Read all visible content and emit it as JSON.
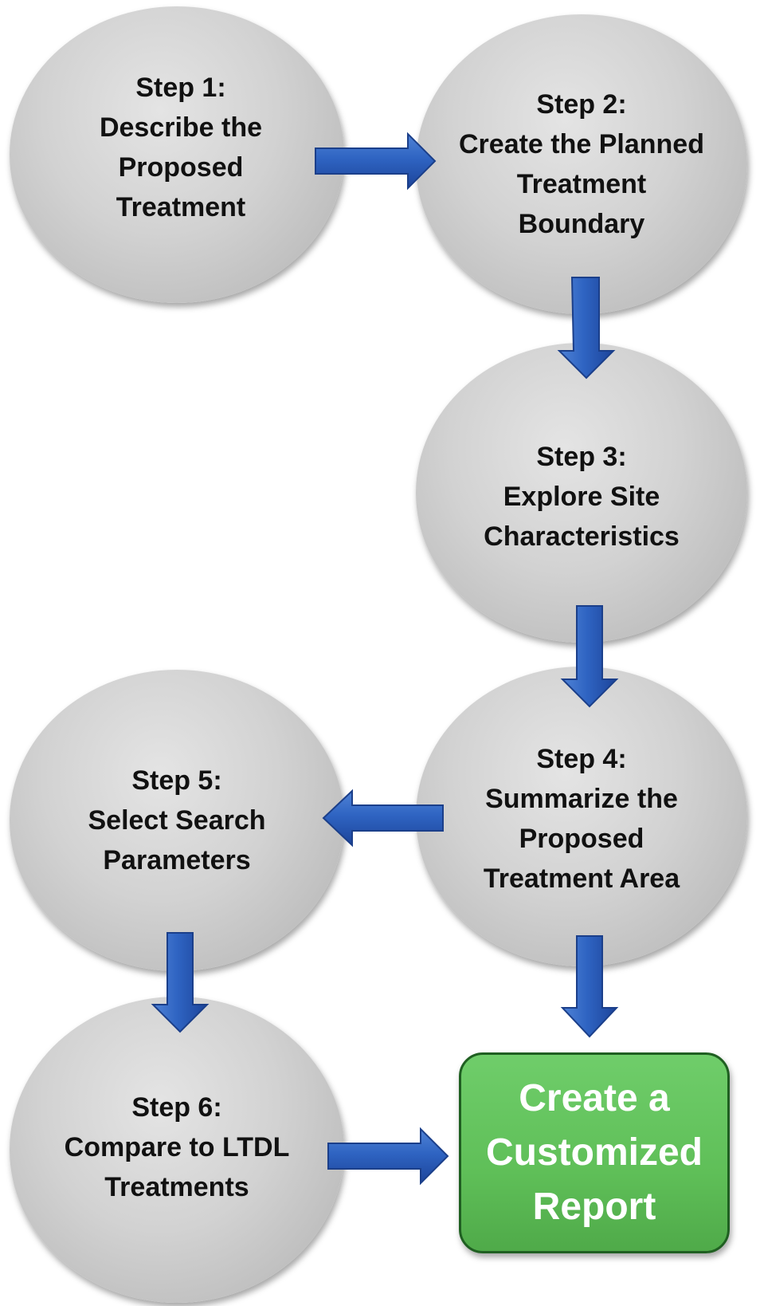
{
  "steps": [
    {
      "id": "step1",
      "lines": [
        "Step 1:",
        "Describe the",
        "Proposed",
        "Treatment"
      ]
    },
    {
      "id": "step2",
      "lines": [
        "Step 2:",
        "Create the Planned",
        "Treatment",
        "Boundary"
      ]
    },
    {
      "id": "step3",
      "lines": [
        "Step 3:",
        "Explore Site",
        "Characteristics"
      ]
    },
    {
      "id": "step4",
      "lines": [
        "Step 4:",
        "Summarize the",
        "Proposed",
        "Treatment Area"
      ]
    },
    {
      "id": "step5",
      "lines": [
        "Step 5:",
        "Select Search",
        "Parameters"
      ]
    },
    {
      "id": "step6",
      "lines": [
        "Step 6:",
        "Compare to LTDL",
        "Treatments"
      ]
    }
  ],
  "final": {
    "lines": [
      "Create a",
      "Customized",
      "Report"
    ]
  },
  "colors": {
    "node_fill": "#d2d2d2",
    "final_fill": "#5fbf58",
    "final_border": "#1f5f21",
    "arrow": "#2f5fb8",
    "text": "#111111",
    "final_text": "#ffffff"
  },
  "connections": [
    {
      "from": "step1",
      "to": "step2",
      "direction": "right"
    },
    {
      "from": "step2",
      "to": "step3",
      "direction": "down"
    },
    {
      "from": "step3",
      "to": "step4",
      "direction": "down"
    },
    {
      "from": "step4",
      "to": "step5",
      "direction": "left"
    },
    {
      "from": "step4",
      "to": "final",
      "direction": "down"
    },
    {
      "from": "step5",
      "to": "step6",
      "direction": "down"
    },
    {
      "from": "step6",
      "to": "final",
      "direction": "right"
    }
  ]
}
